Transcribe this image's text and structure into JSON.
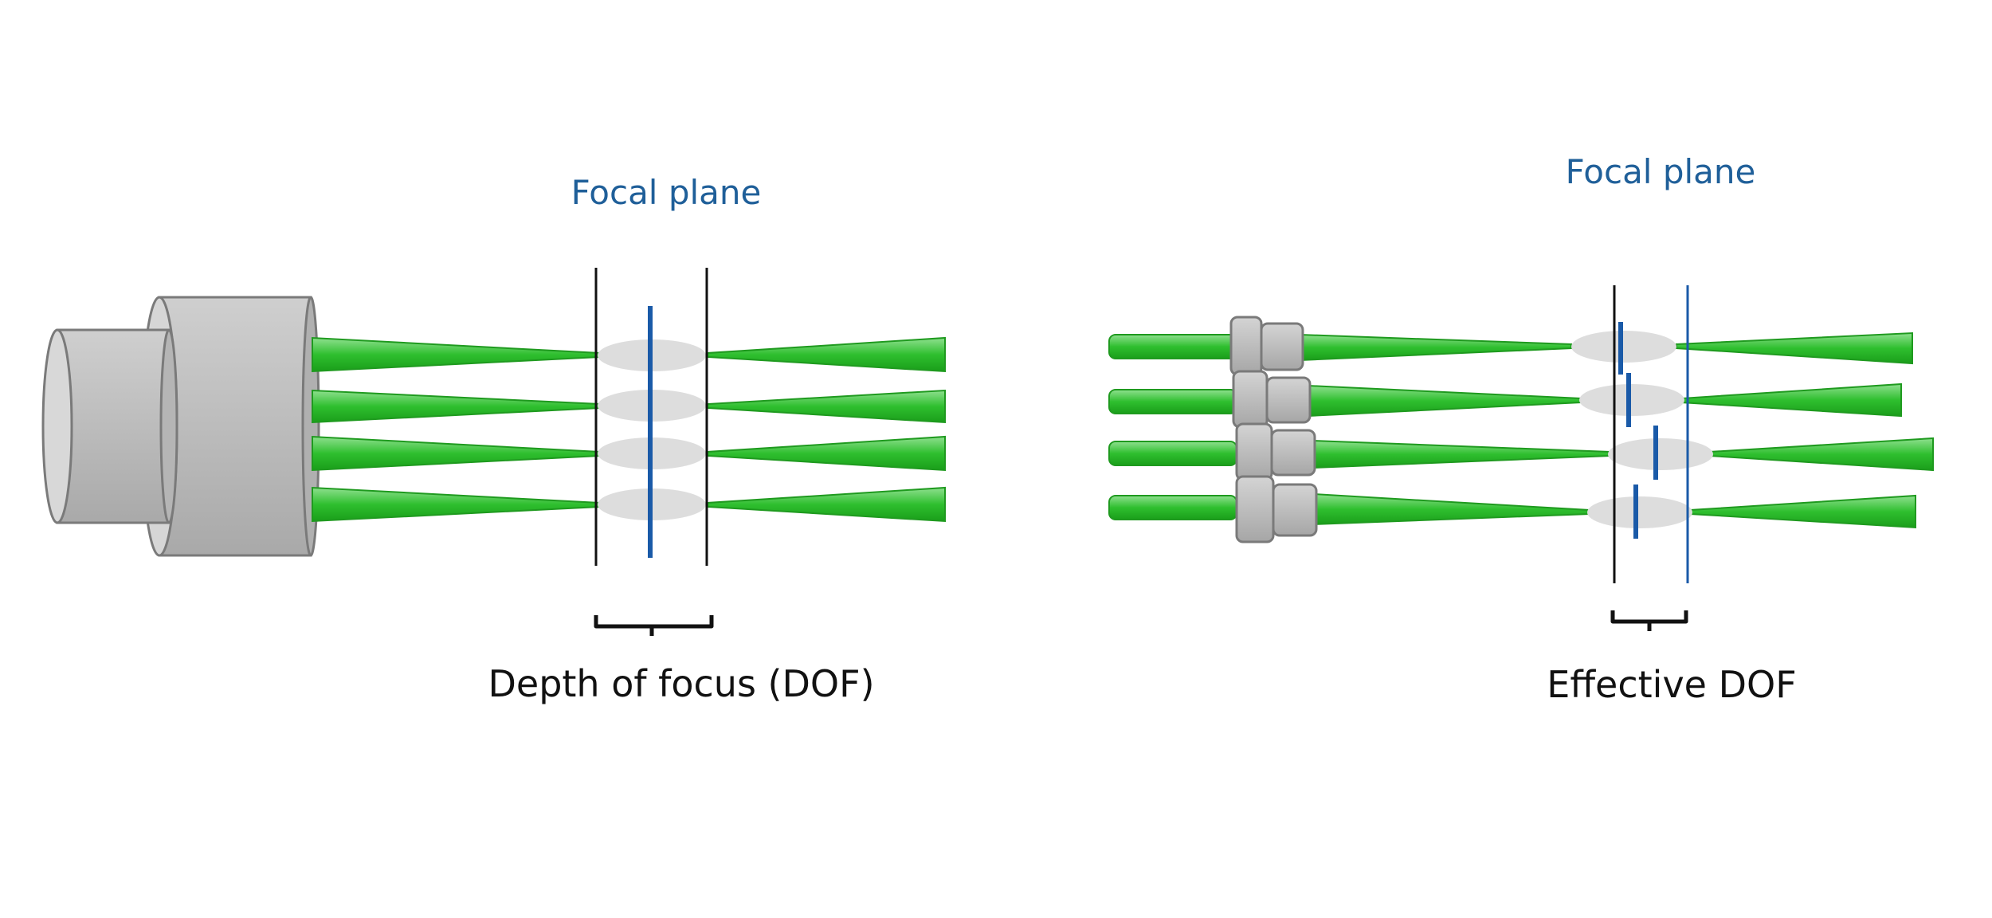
{
  "left_panel": {
    "focal_plane_label": "Focal plane",
    "bracket_label": "Depth of focus (DOF)"
  },
  "right_panel": {
    "focal_plane_label": "Focal plane",
    "bracket_label": "Effective DOF"
  },
  "colors": {
    "beam_green": "#2db52d",
    "beam_outline": "#1f9a1f",
    "lens_gray": "#bdbdbd",
    "lens_outline": "#7a7a7a",
    "focus_spot": "#dddddd",
    "focal_plane_blue": "#1a5aa8",
    "label_blue": "#1f5f99",
    "bracket_black": "#111111"
  }
}
